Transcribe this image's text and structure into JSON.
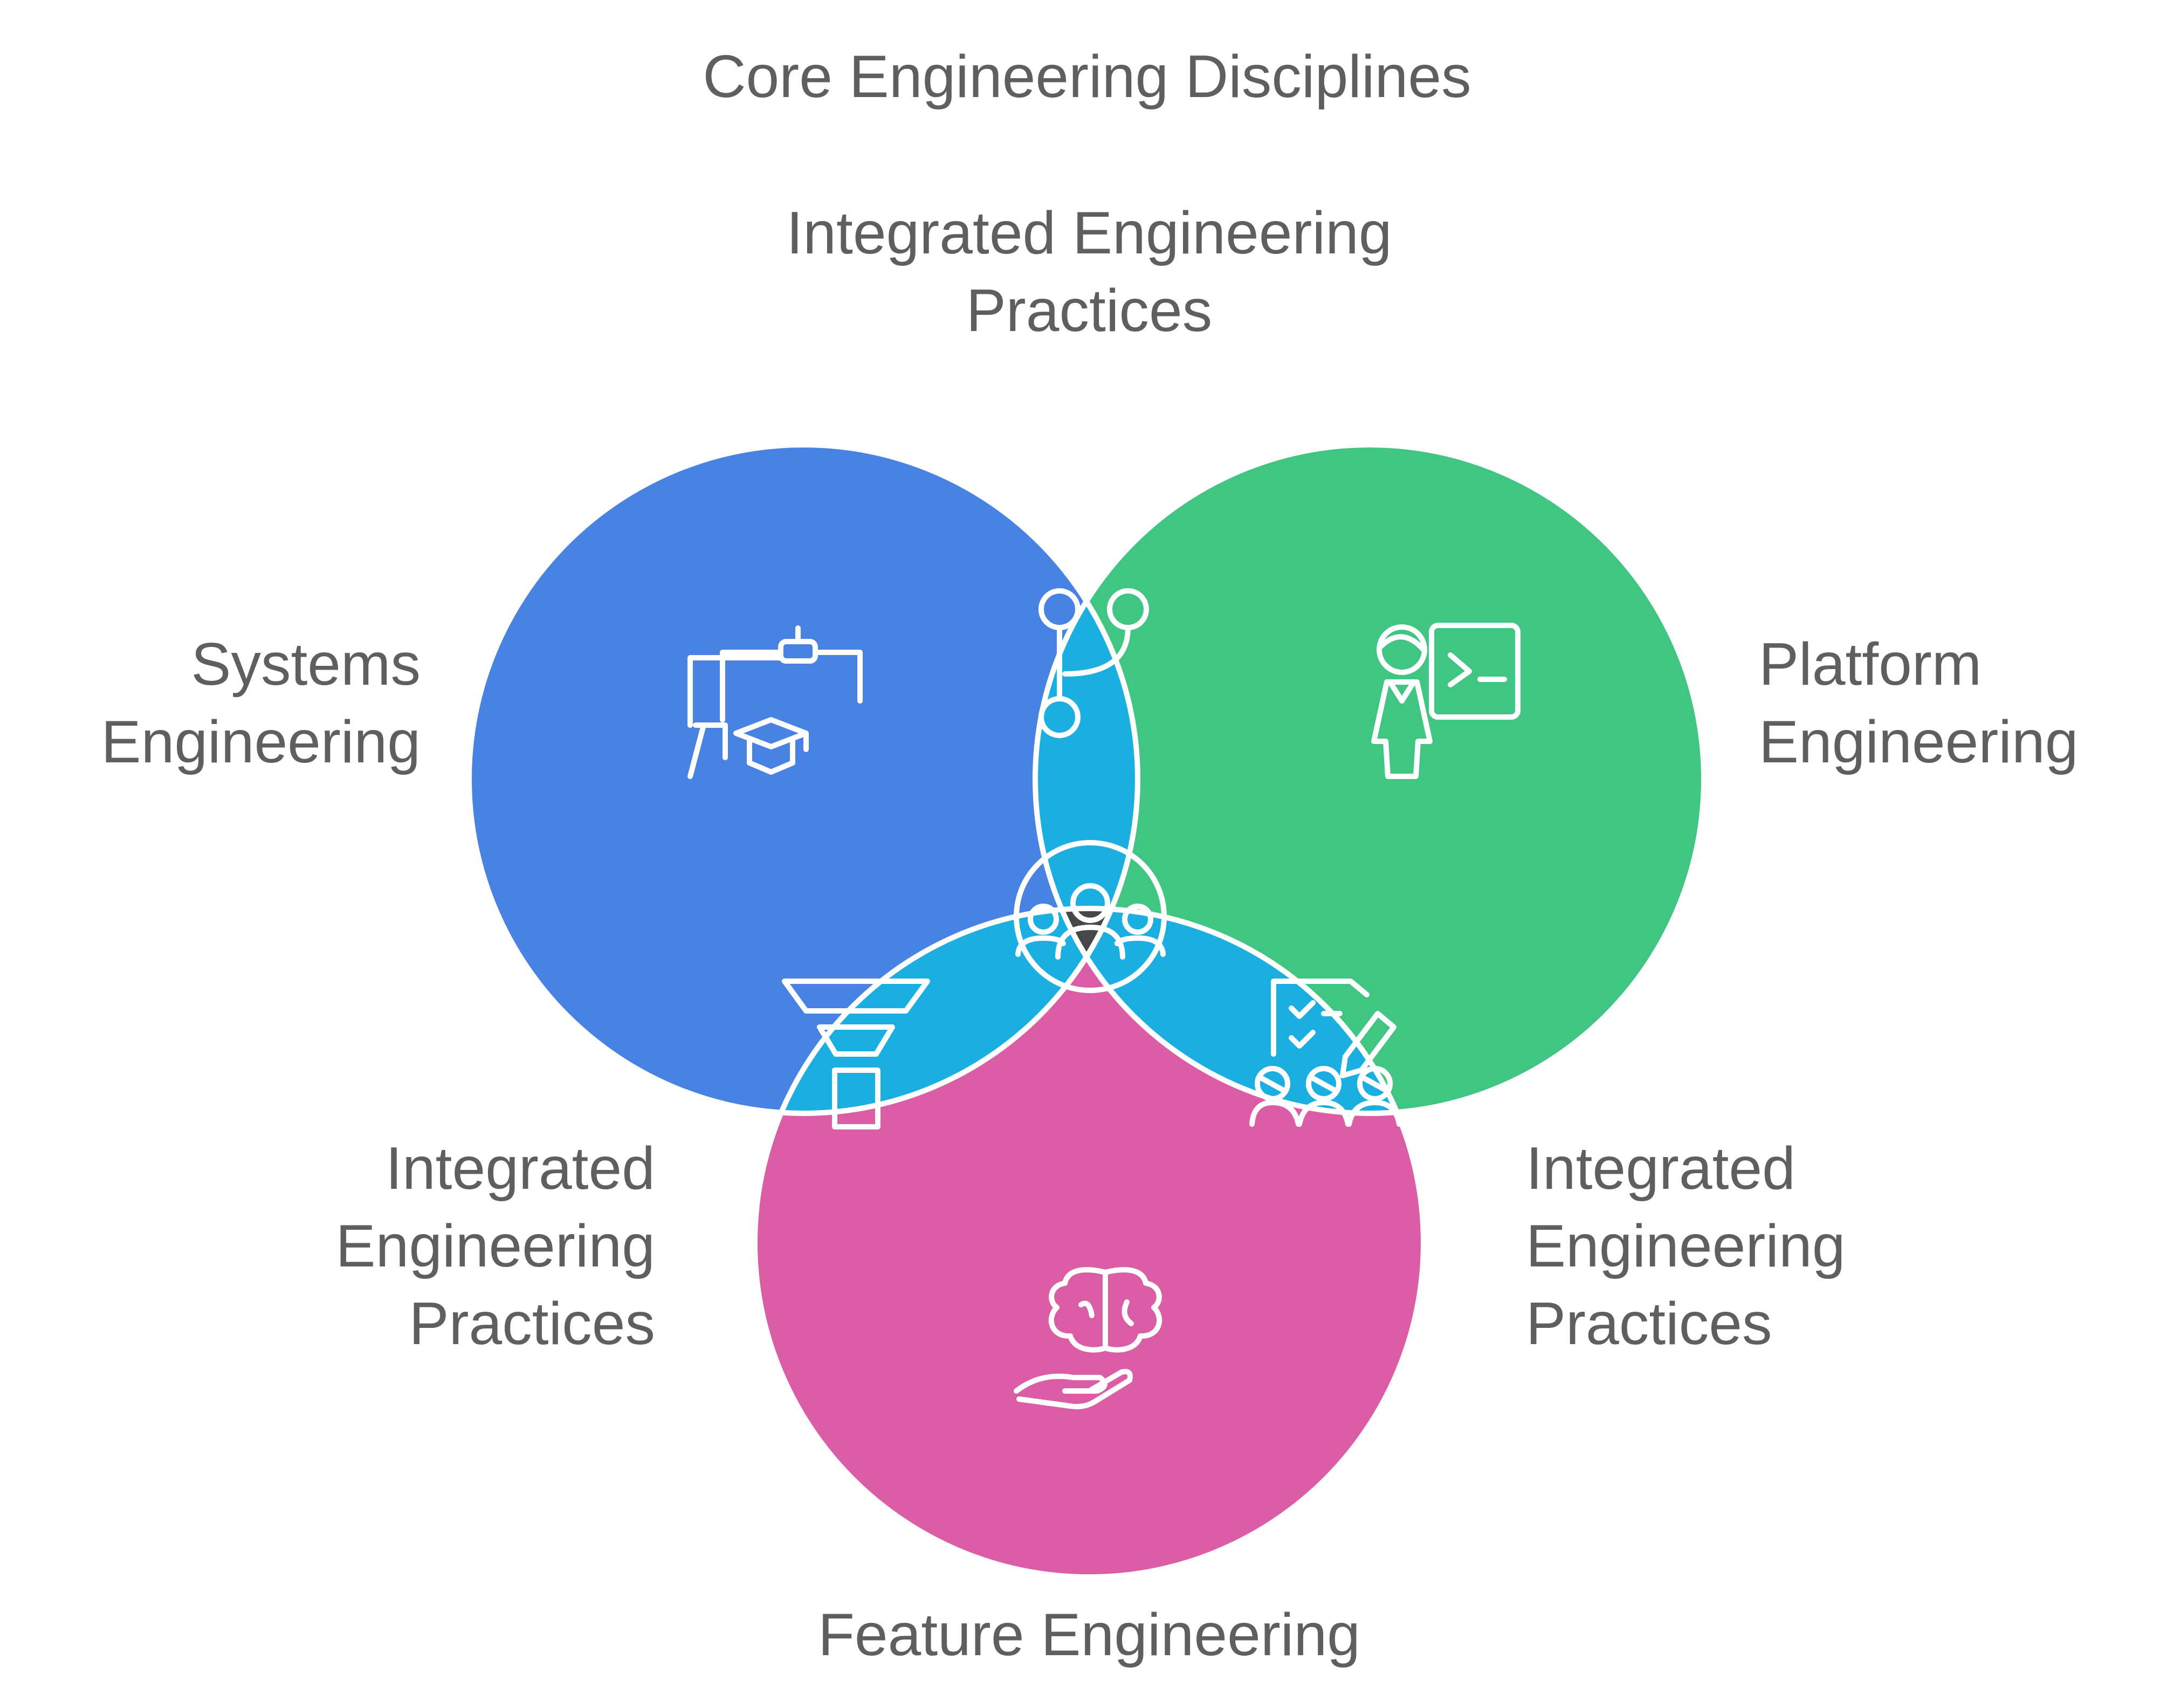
{
  "title": "Core Engineering Disciplines",
  "colors": {
    "systems": "#4882E3",
    "platform": "#40C583",
    "feature": "#DA5DA6",
    "pairwise_overlap": "#1AAFE0",
    "center_overlap": "#474747",
    "outline": "#ffffff",
    "text": "#5f5f5f"
  },
  "sets": [
    {
      "id": "systems",
      "label_lines": [
        "Systems",
        "Engineering"
      ],
      "icon": "teaching-board-graduation-cap-icon"
    },
    {
      "id": "platform",
      "label_lines": [
        "Platform",
        "Engineering"
      ],
      "icon": "presenter-terminal-icon"
    },
    {
      "id": "feature",
      "label_lines": [
        "Feature Engineering"
      ],
      "icon": "brain-in-hand-icon"
    }
  ],
  "overlaps": [
    {
      "id": "systems-platform",
      "label_lines": [
        "Integrated Engineering",
        "Practices"
      ],
      "icon": "git-branch-icon"
    },
    {
      "id": "systems-feature",
      "label_lines": [
        "Integrated",
        "Engineering",
        "Practices"
      ],
      "icon": "funnel-icon"
    },
    {
      "id": "platform-feature",
      "label_lines": [
        "Integrated",
        "Engineering",
        "Practices"
      ],
      "icon": "team-checklist-icon"
    },
    {
      "id": "all",
      "label_lines": [],
      "icon": "team-group-icon"
    }
  ]
}
